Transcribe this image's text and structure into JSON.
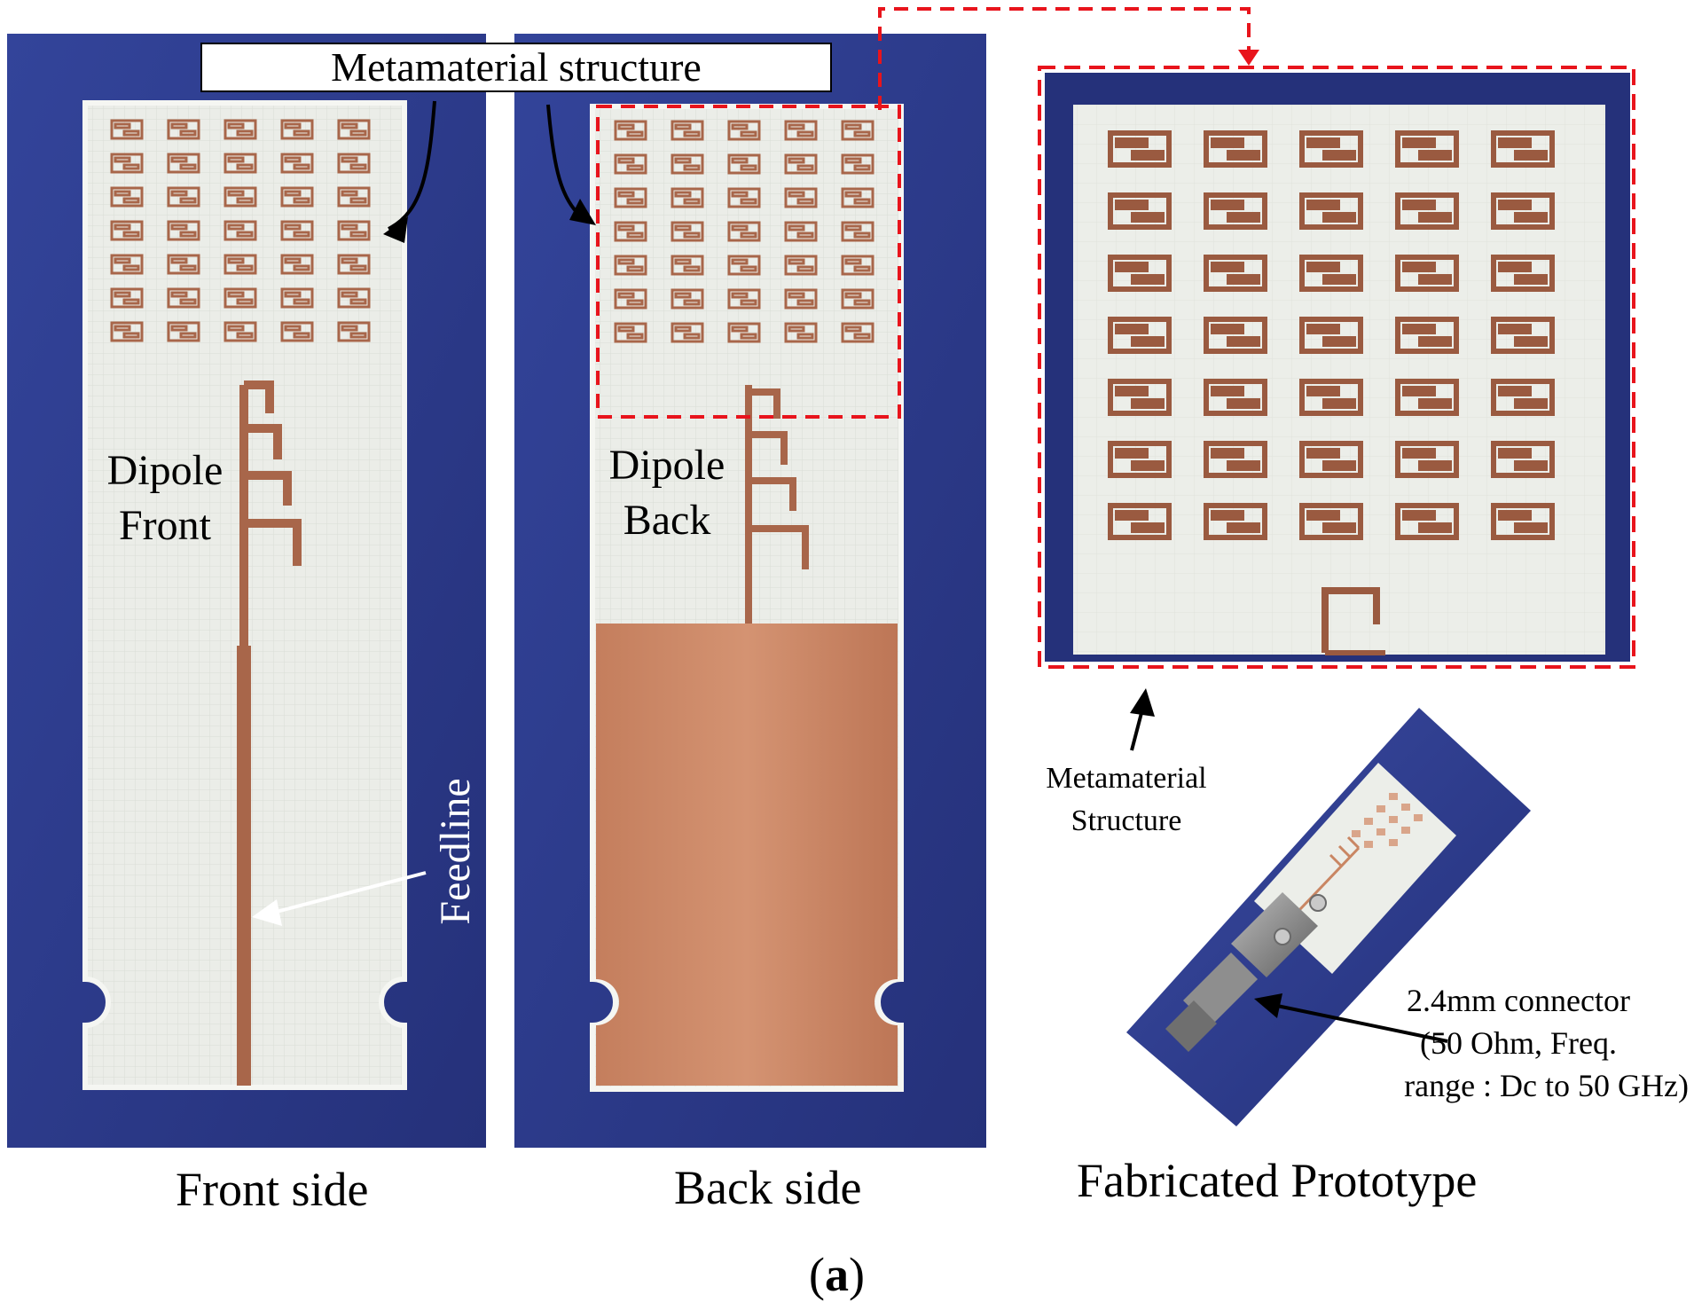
{
  "labels": {
    "metamaterial_structure": "Metamaterial structure",
    "dipole_front_line1": "Dipole",
    "dipole_front_line2": "Front",
    "dipole_back_line1": "Dipole",
    "dipole_back_line2": "Back",
    "feedline": "Feedline",
    "metamaterial_structure_zoom_line1": "Metamaterial",
    "metamaterial_structure_zoom_line2": "Structure",
    "connector_line1": "2.4mm connector",
    "connector_line2": "(50 Ohm, Freq.",
    "connector_line3": "range : Dc to 50 GHz)"
  },
  "captions": {
    "front": "Front side",
    "back": "Back side",
    "prototype": "Fabricated Prototype",
    "figure_letter": "a",
    "figure_open": "(",
    "figure_close": ")"
  },
  "colors": {
    "background_photo": "#2d3a8c",
    "substrate": "#e9ece6",
    "copper": "#a8664a",
    "ground_copper": "#c98663",
    "highlight_dash": "#e8141c"
  }
}
